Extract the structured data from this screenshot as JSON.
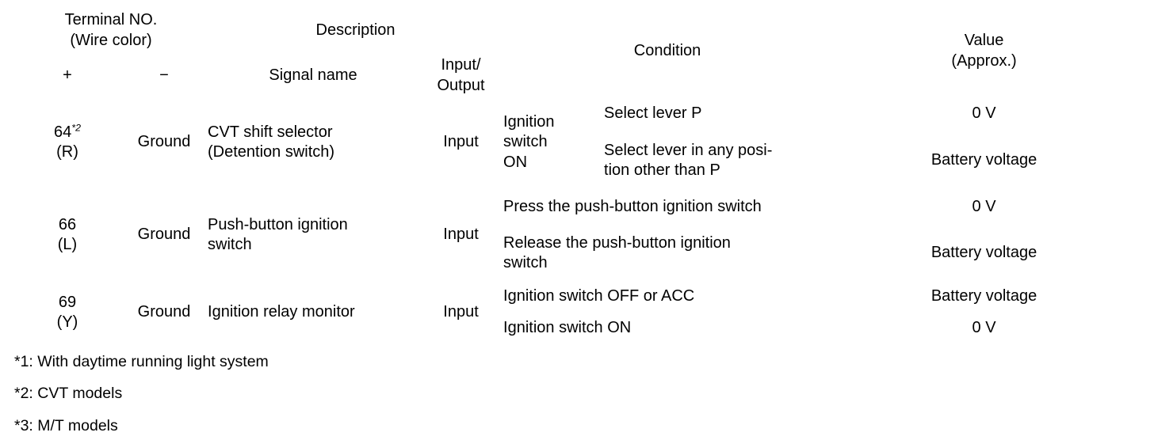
{
  "table": {
    "headers": {
      "terminal_no": "Terminal NO.",
      "wire_color": "(Wire color)",
      "plus": "+",
      "minus": "−",
      "description": "Description",
      "signal_name": "Signal name",
      "input_output_line1": "Input/",
      "input_output_line2": "Output",
      "condition": "Condition",
      "value_line1": "Value",
      "value_line2": "(Approx.)"
    },
    "rows": [
      {
        "terminal_number": "64",
        "terminal_footnote": "*2",
        "wire_color": "(R)",
        "minus": "Ground",
        "signal_name_line1": "CVT shift selector",
        "signal_name_line2": "(Detention switch)",
        "input_output": "Input",
        "condition_group_line1": "Ignition",
        "condition_group_line2": "switch",
        "condition_group_line3": "ON",
        "subrows": [
          {
            "condition": "Select lever P",
            "value": "0 V"
          },
          {
            "condition": "Select lever in any posi-\ntion other than P",
            "value": "Battery voltage"
          }
        ]
      },
      {
        "terminal_number": "66",
        "terminal_footnote": "",
        "wire_color": "(L)",
        "minus": "Ground",
        "signal_name_line1": "Push-button ignition",
        "signal_name_line2": "switch",
        "input_output": "Input",
        "condition_group_line1": "",
        "condition_group_line2": "",
        "condition_group_line3": "",
        "subrows": [
          {
            "condition": "Press the push-button ignition switch",
            "value": "0 V"
          },
          {
            "condition": "Release the push-button ignition\nswitch",
            "value": "Battery voltage"
          }
        ]
      },
      {
        "terminal_number": "69",
        "terminal_footnote": "",
        "wire_color": "(Y)",
        "minus": "Ground",
        "signal_name_line1": "Ignition relay monitor",
        "signal_name_line2": "",
        "input_output": "Input",
        "condition_group_line1": "",
        "condition_group_line2": "",
        "condition_group_line3": "",
        "subrows": [
          {
            "condition": "Ignition switch OFF or ACC",
            "value": "Battery voltage"
          },
          {
            "condition": "Ignition switch ON",
            "value": "0 V"
          }
        ]
      }
    ]
  },
  "footnotes": [
    "*1: With daytime running light system",
    "*2: CVT models",
    "*3: M/T models"
  ],
  "colors": {
    "rule": "#000000",
    "text": "#000000",
    "background": "#ffffff"
  }
}
